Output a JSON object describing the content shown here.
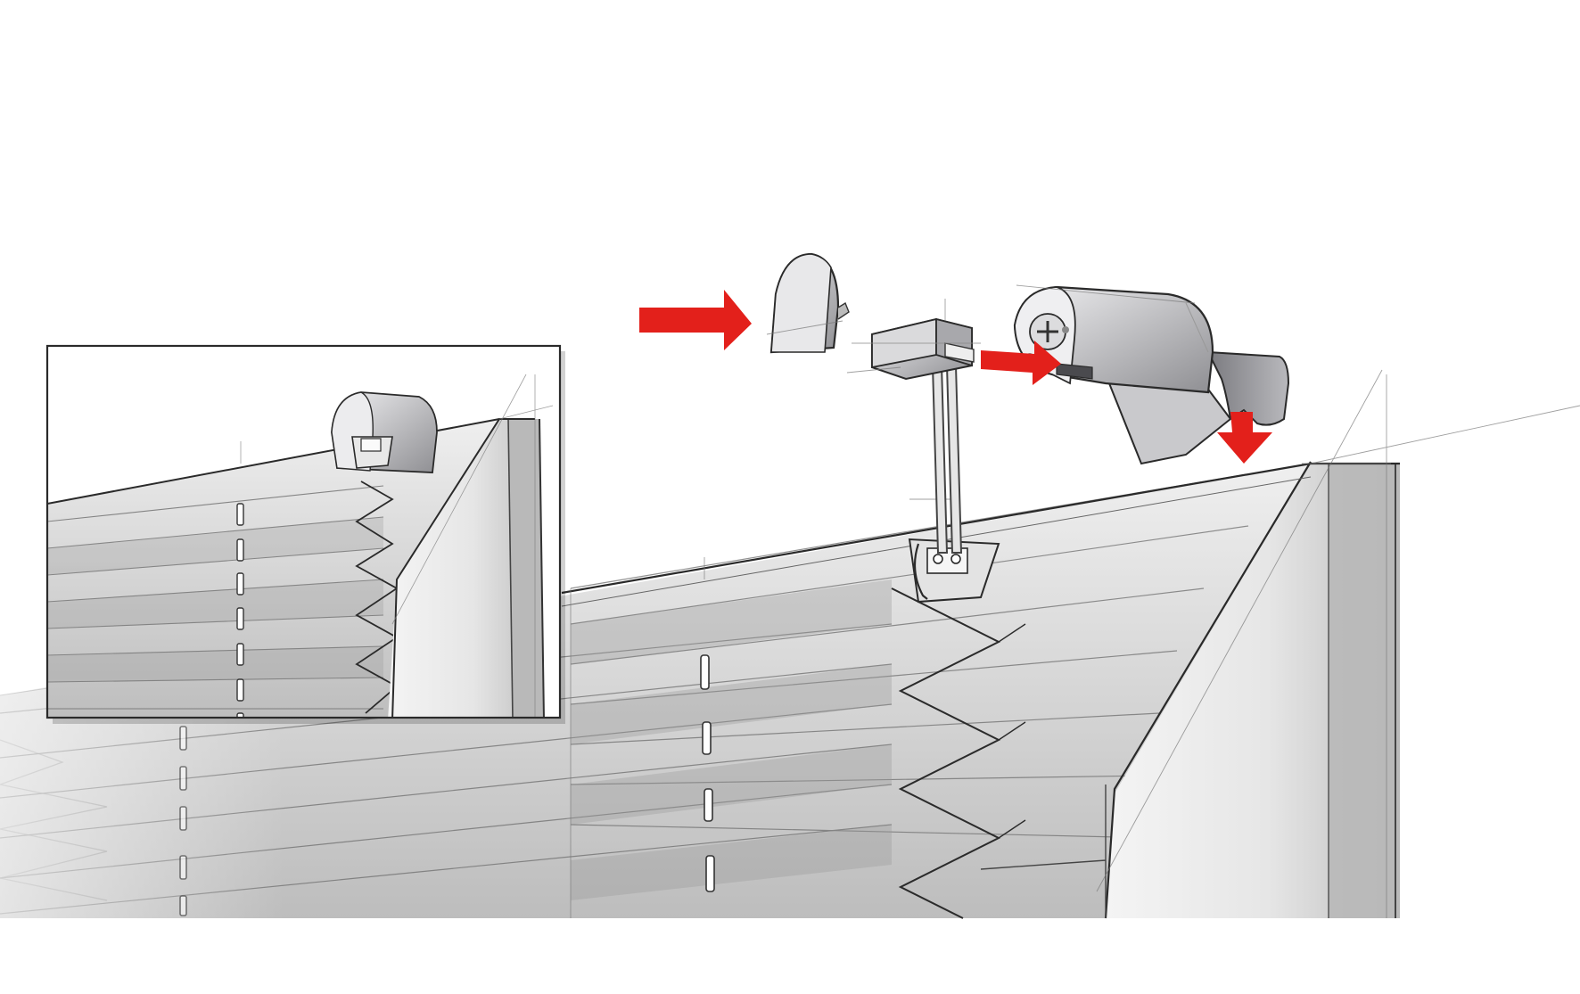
{
  "diagram": {
    "colors": {
      "background": "#ffffff",
      "arrow": "#e3201b",
      "line": "#2a2a2a",
      "pleat_light": "#e4e4e4",
      "pleat_mid": "#c9c9c9",
      "pleat_dark": "#a8a8a8",
      "metal_light": "#e2e2e4",
      "metal_dark": "#8d8d90"
    },
    "arrows": [
      {
        "name": "arrow-to-end-cap",
        "direction": "right"
      },
      {
        "name": "arrow-into-bracket",
        "direction": "right"
      },
      {
        "name": "arrow-bracket-down",
        "direction": "down"
      }
    ],
    "icons": [
      "end-cap-icon",
      "clip-holder-icon",
      "mounting-bracket-icon",
      "cord-guide-icon"
    ],
    "panels": [
      "inset-detail-view",
      "main-assembly-view"
    ]
  }
}
